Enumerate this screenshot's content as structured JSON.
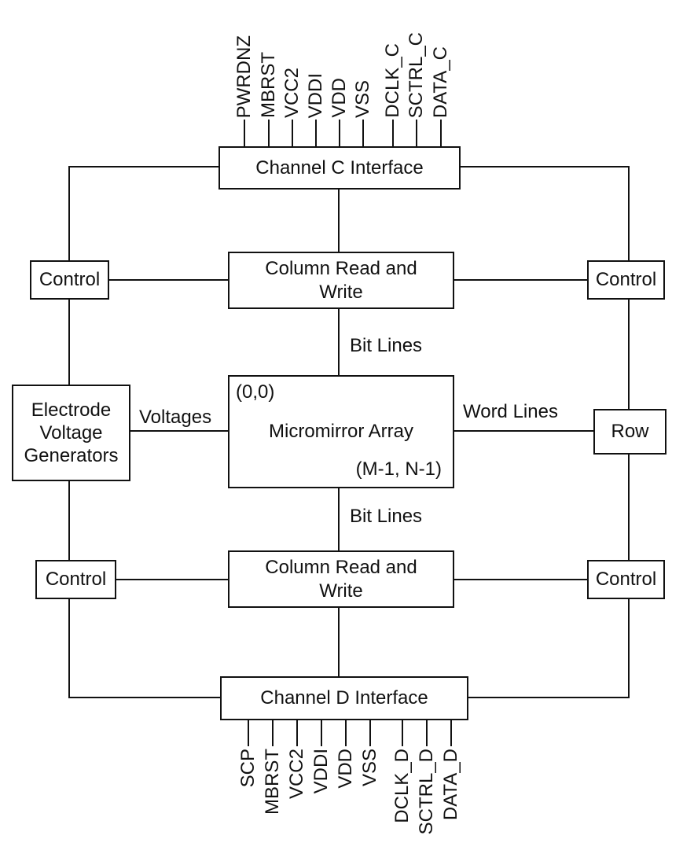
{
  "colors": {
    "background": "#ffffff",
    "ink": "#111111"
  },
  "diagram": {
    "boxes": {
      "channel_c": "Channel C Interface",
      "column_rw_top": "Column Read and Write",
      "control_top_left": "Control",
      "control_top_right": "Control",
      "electrode_voltage_generators": "Electrode Voltage Generators",
      "micromirror_array": "Micromirror Array",
      "array_origin": "(0,0)",
      "array_extent": "(M-1, N-1)",
      "row": "Row",
      "column_rw_bottom": "Column Read and Write",
      "control_bottom_left": "Control",
      "control_bottom_right": "Control",
      "channel_d": "Channel D Interface"
    },
    "edge_labels": {
      "bit_lines_top": "Bit Lines",
      "voltages": "Voltages",
      "word_lines": "Word Lines",
      "bit_lines_bottom": "Bit Lines"
    },
    "pins_top": [
      "PWRDNZ",
      "MBRST",
      "VCC2",
      "VDDI",
      "VDD",
      "VSS",
      "DCLK_C",
      "SCTRL_C",
      "DATA_C"
    ],
    "pins_bottom": [
      "SCP",
      "MBRST",
      "VCC2",
      "VDDI",
      "VDD",
      "VSS",
      "DCLK_D",
      "SCTRL_D",
      "DATA_D"
    ]
  }
}
